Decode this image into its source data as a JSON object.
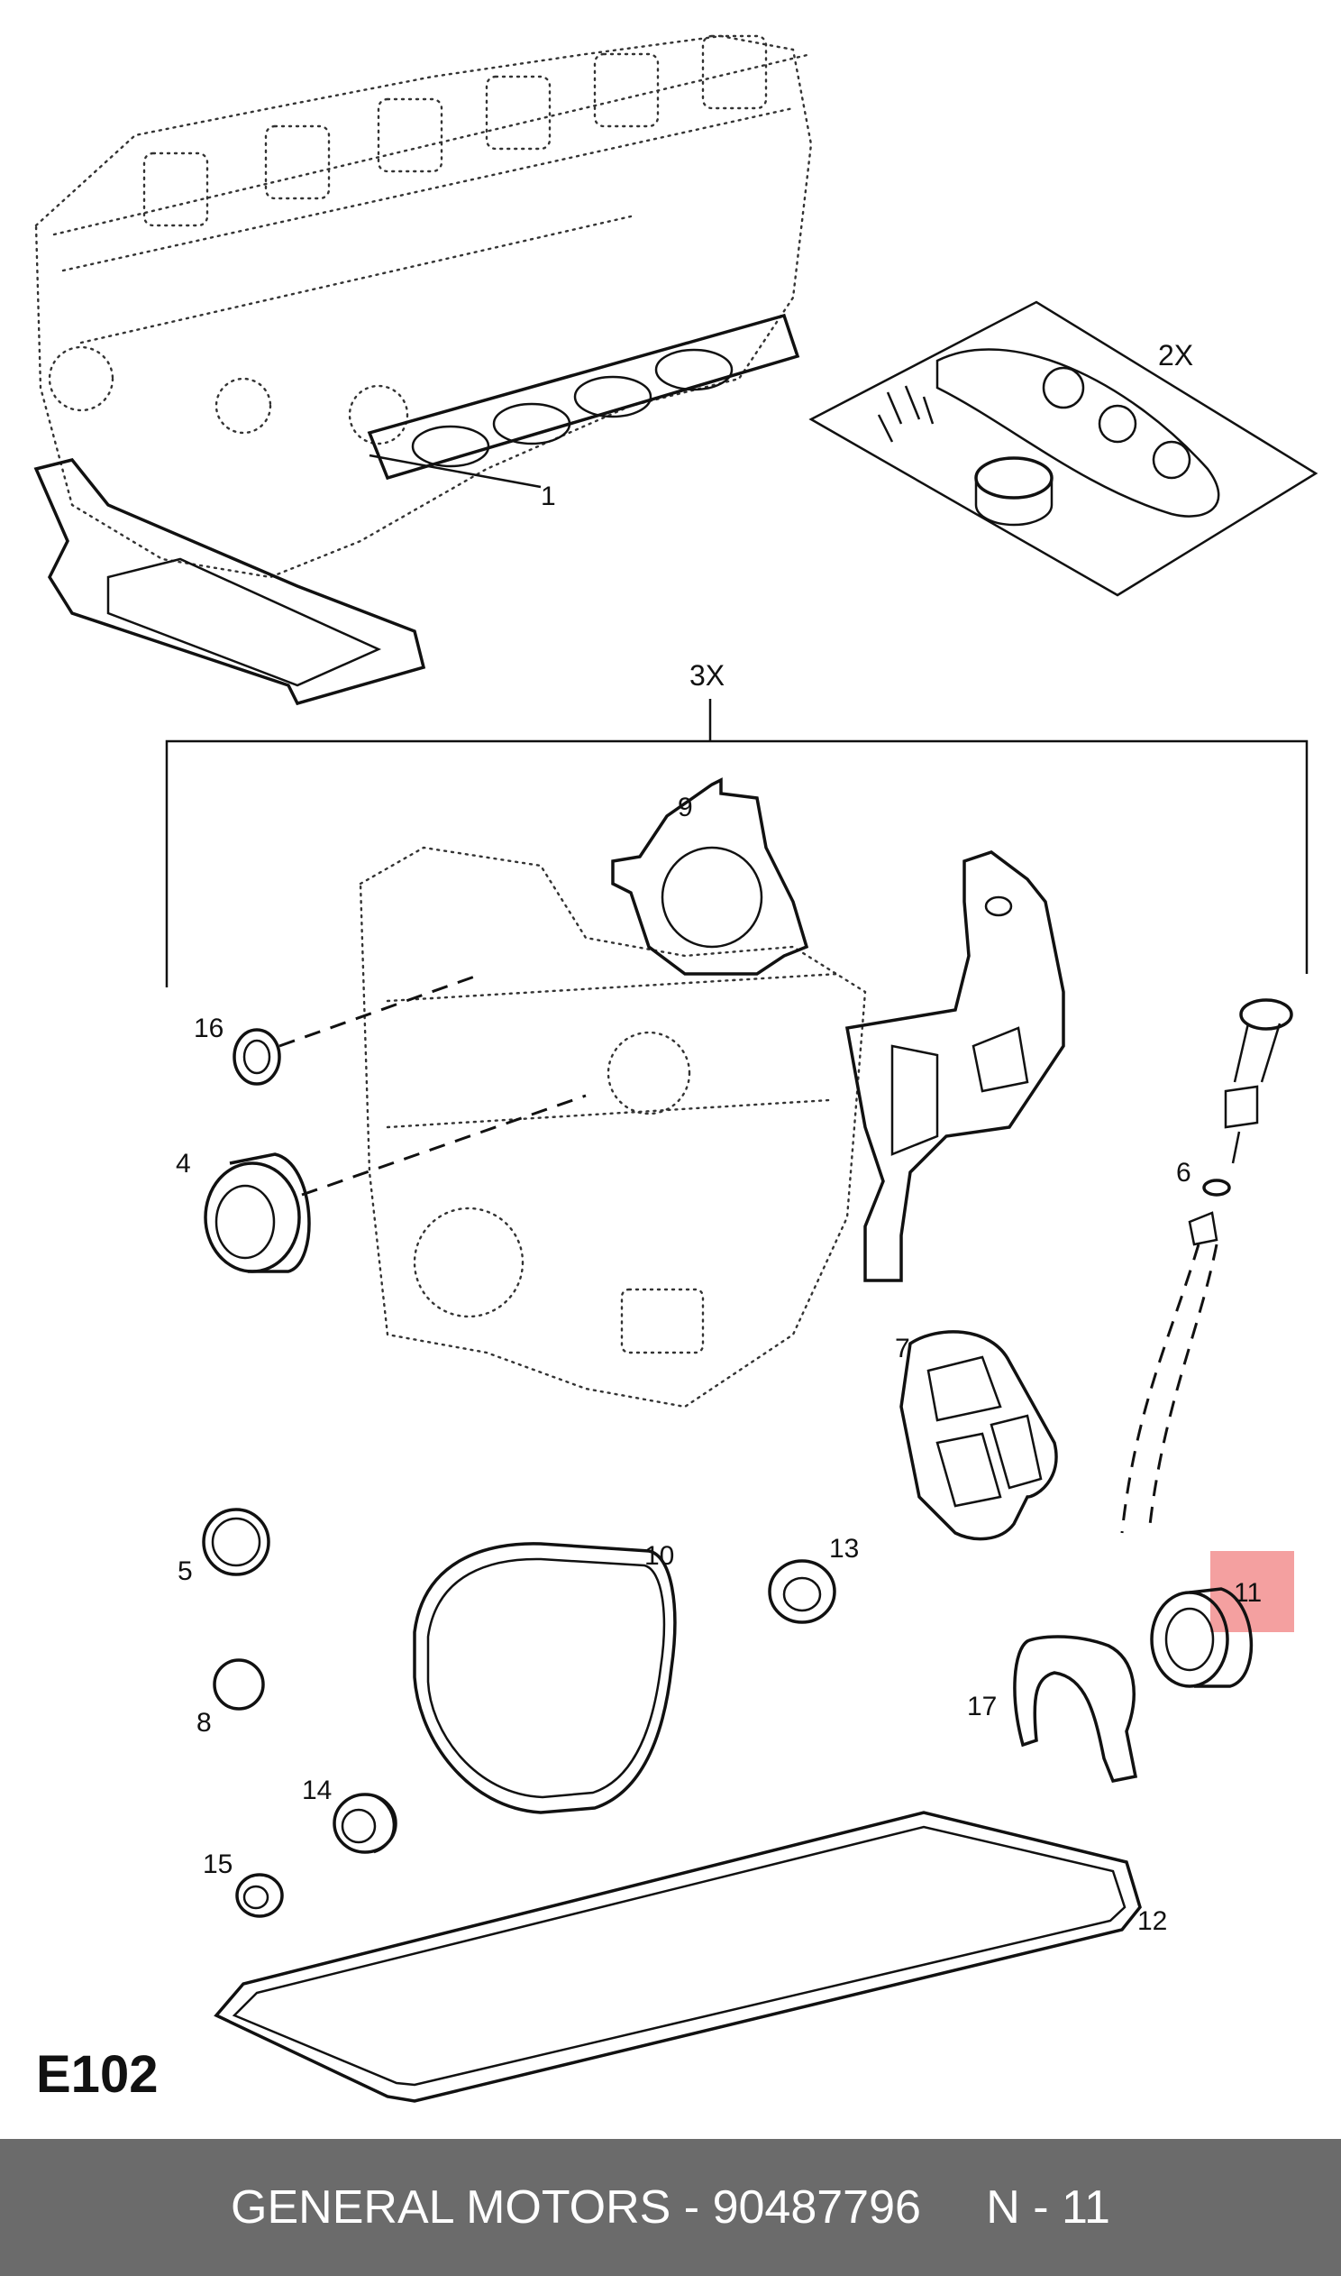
{
  "diagram_code": "E102",
  "highlight_color": "#f4a0a0",
  "footer_bg": "#6b6b6b",
  "footer": {
    "brand": "GENERAL MOTORS",
    "separator": " - ",
    "part_number": "90487796",
    "position_label": "N - 11"
  },
  "group_labels": {
    "gasket_set_top": "2X",
    "gasket_set_bottom": "3X"
  },
  "callouts": [
    "1",
    "4",
    "5",
    "6",
    "7",
    "8",
    "9",
    "10",
    "11",
    "12",
    "13",
    "14",
    "15",
    "16",
    "17"
  ],
  "highlighted_callout": "11"
}
